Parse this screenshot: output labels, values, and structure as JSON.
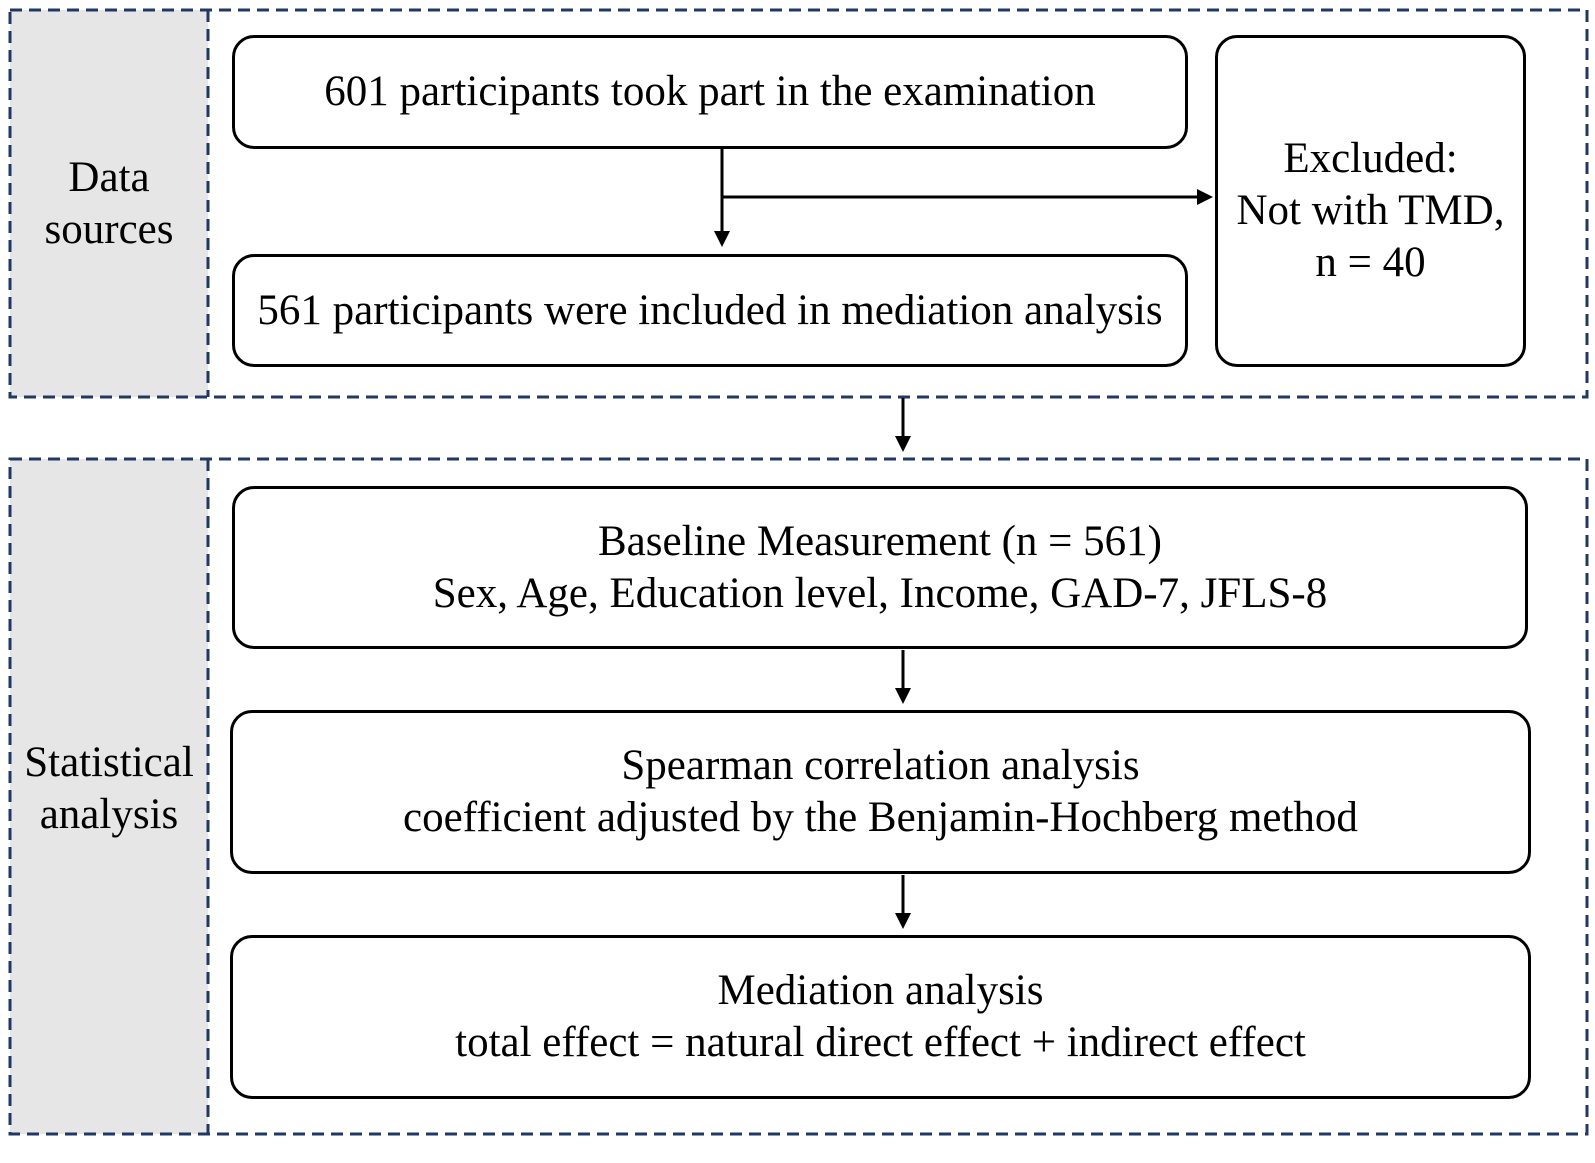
{
  "colors": {
    "frame": "#203864",
    "label_panel": "#e7e6e6",
    "box_border": "#000000",
    "arrow": "#000000"
  },
  "data_sources": {
    "label": "Data sources",
    "examined": "601 participants took part in the examination",
    "included": "561 participants were included in mediation analysis",
    "excluded": {
      "heading": "Excluded:",
      "reason": "Not with TMD,",
      "count": "n = 40"
    }
  },
  "statistical_analysis": {
    "label": "Statistical analysis",
    "baseline": {
      "title": "Baseline Measurement (n = 561)",
      "detail": "Sex, Age, Education level, Income, GAD-7, JFLS-8"
    },
    "correlation": {
      "title": "Spearman correlation analysis",
      "detail": "coefficient adjusted by the Benjamin-Hochberg method"
    },
    "mediation": {
      "title": "Mediation analysis",
      "detail": "total effect = natural direct effect + indirect effect"
    }
  }
}
